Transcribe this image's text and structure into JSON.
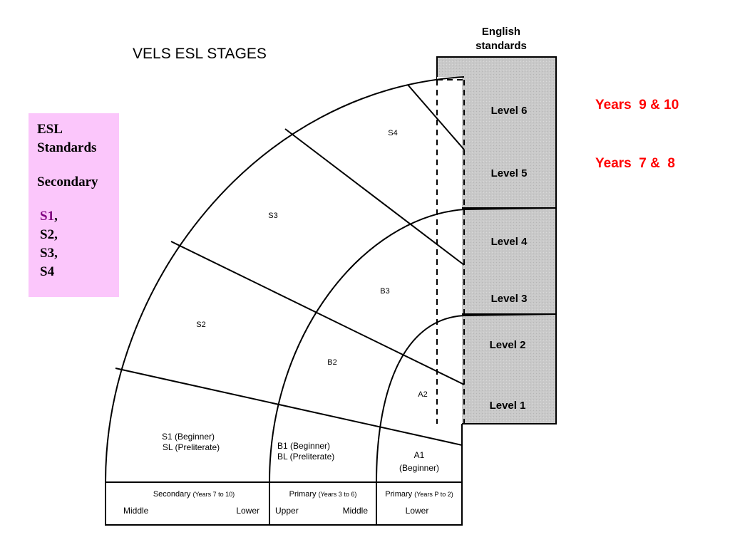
{
  "title": "VELS ESL STAGES",
  "esl_box": {
    "heading_line1": "ESL",
    "heading_line2": "Standards",
    "subheading": "Secondary",
    "stages": [
      {
        "label": "S1",
        "sep": ","
      },
      {
        "label": "S2",
        "sep": ","
      },
      {
        "label": "S3",
        "sep": ","
      },
      {
        "label": "S4",
        "sep": ""
      }
    ]
  },
  "english_standards": {
    "header_line1": "English",
    "header_line2": "standards",
    "levels": [
      "Level 6",
      "Level 5",
      "Level 4",
      "Level 3",
      "Level 2",
      "Level 1"
    ]
  },
  "regions": {
    "s4": "S4",
    "s3": "S3",
    "s2": "S2",
    "b3": "B3",
    "b2": "B2",
    "a2": "A2",
    "s1_line1": "S1 (Beginner)",
    "s1_line2": "SL (Preliterate)",
    "b1_line1": "B1 (Beginner)",
    "b1_line2": "BL (Preliterate)",
    "a1_line1": "A1",
    "a1_line2": "(Beginner)"
  },
  "bottom_table": {
    "secondary": {
      "label": "Secondary",
      "years": "(Years 7 to 10)",
      "left": "Middle",
      "right": "Lower"
    },
    "primary_mid": {
      "label": "Primary",
      "years": "(Years 3 to 6)",
      "left": "Upper",
      "right": "Middle"
    },
    "primary_low": {
      "label": "Primary",
      "years": "(Years P to 2)",
      "bottom": "Lower"
    }
  },
  "years_labels": [
    "Years  9 & 10",
    "Years  7 &  8"
  ],
  "colors": {
    "esl_box": "#fbc6fb",
    "years_text": "#ff0000",
    "standards_column": "#c8c8c8",
    "s1_highlight": "#800080"
  }
}
